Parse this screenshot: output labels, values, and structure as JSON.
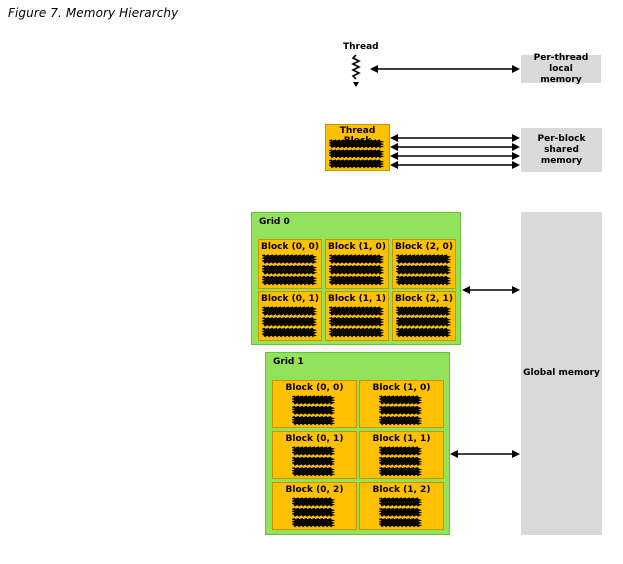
{
  "figure_caption": "Figure 7. Memory Hierarchy",
  "thread_label": "Thread",
  "thread_block_label": "Thread Block",
  "memories": {
    "local": [
      "Per-thread local",
      "memory"
    ],
    "shared": [
      "Per-block shared",
      "memory"
    ],
    "global": "Global memory"
  },
  "grid0": {
    "title": "Grid 0",
    "blocks": [
      "Block (0, 0)",
      "Block (1, 0)",
      "Block (2, 0)",
      "Block (0, 1)",
      "Block (1, 1)",
      "Block (2, 1)"
    ]
  },
  "grid1": {
    "title": "Grid 1",
    "blocks": [
      "Block (0, 0)",
      "Block (1, 0)",
      "Block (0, 1)",
      "Block (1, 1)",
      "Block (0, 2)",
      "Block (1, 2)"
    ]
  },
  "colors": {
    "grid_fill": "#92e25c",
    "block_fill": "#ffc000",
    "memory_fill": "#d9d9d9"
  }
}
